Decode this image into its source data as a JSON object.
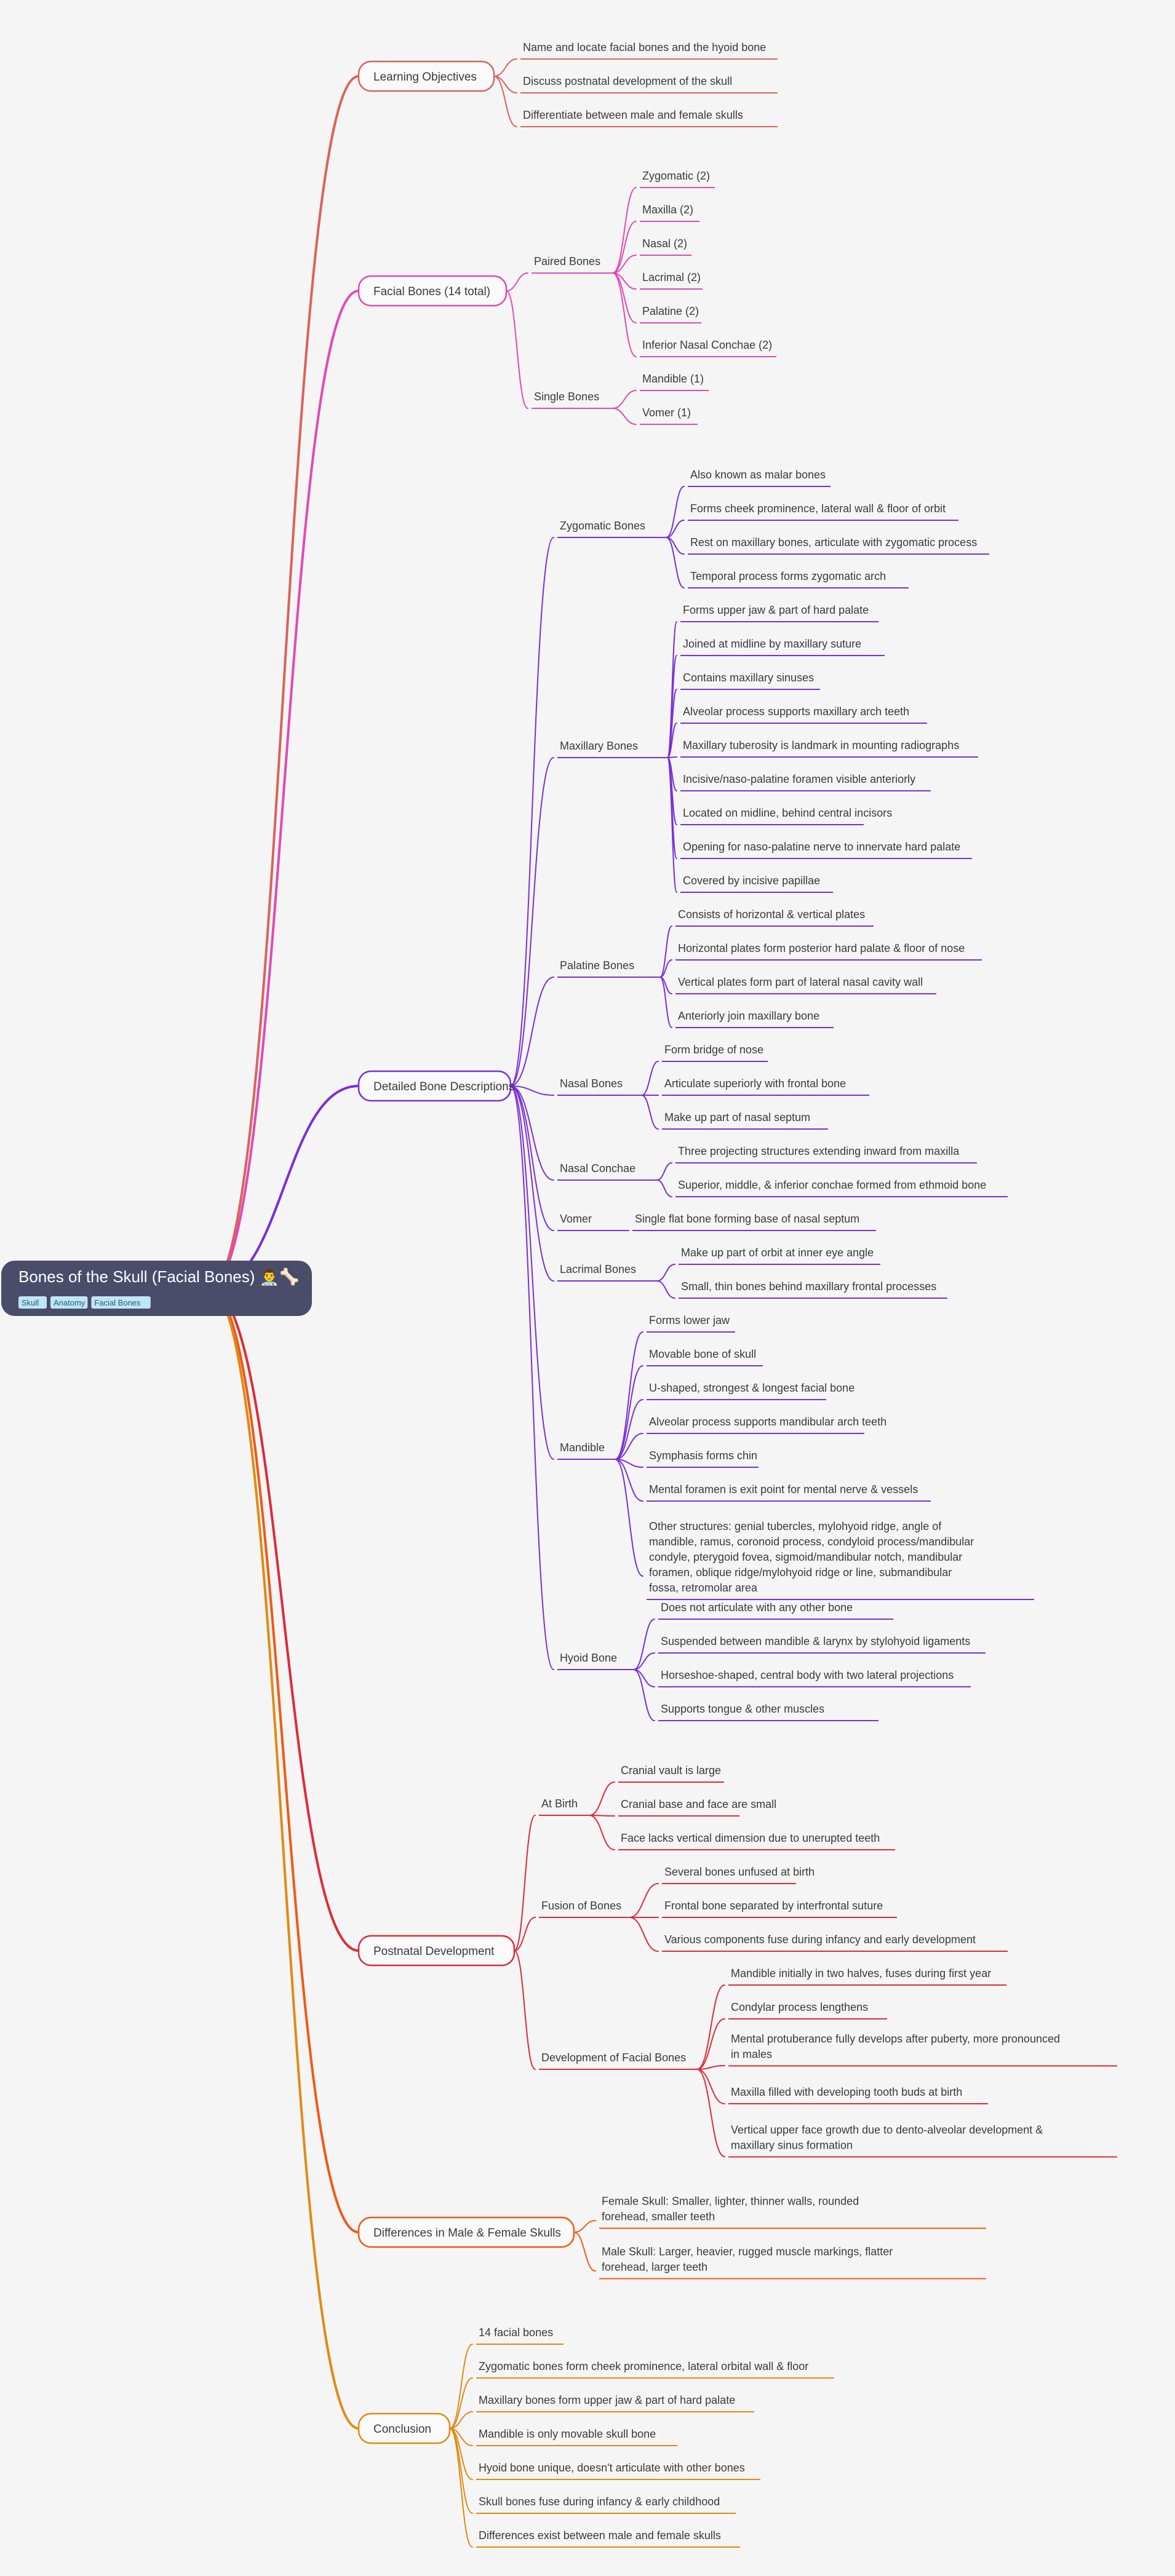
{
  "root": {
    "title": "Bones of the Skull (Facial Bones) 👨‍⚕️🦴",
    "tags": [
      "Skull",
      "Anatomy",
      "Facial Bones"
    ]
  },
  "branches": [
    {
      "label": "Learning Objectives",
      "color": "#d9635a",
      "children": [
        {
          "label": "Name and locate facial bones and the hyoid bone"
        },
        {
          "label": "Discuss postnatal development of the skull"
        },
        {
          "label": "Differentiate between male and female skulls"
        }
      ]
    },
    {
      "label": "Facial Bones (14 total)",
      "color": "#e04ab5",
      "children": [
        {
          "label": "Paired Bones",
          "children": [
            {
              "label": "Zygomatic (2)"
            },
            {
              "label": "Maxilla (2)"
            },
            {
              "label": "Nasal (2)"
            },
            {
              "label": "Lacrimal (2)"
            },
            {
              "label": "Palatine (2)"
            },
            {
              "label": "Inferior Nasal Conchae (2)"
            }
          ]
        },
        {
          "label": "Single Bones",
          "children": [
            {
              "label": "Mandible (1)"
            },
            {
              "label": "Vomer (1)"
            }
          ]
        }
      ]
    },
    {
      "label": "Detailed Bone Descriptions",
      "color": "#7a2fd6",
      "children": [
        {
          "label": "Zygomatic Bones",
          "children": [
            {
              "label": "Also known as malar bones"
            },
            {
              "label": "Forms cheek prominence, lateral wall & floor of orbit"
            },
            {
              "label": "Rest on maxillary bones, articulate with zygomatic process"
            },
            {
              "label": "Temporal process forms zygomatic arch"
            }
          ]
        },
        {
          "label": "Maxillary Bones",
          "children": [
            {
              "label": "Forms upper jaw & part of hard palate"
            },
            {
              "label": "Joined at midline by maxillary suture"
            },
            {
              "label": "Contains maxillary sinuses"
            },
            {
              "label": "Alveolar process supports maxillary arch teeth"
            },
            {
              "label": "Maxillary tuberosity is landmark in mounting radiographs"
            },
            {
              "label": "Incisive/naso-palatine foramen visible anteriorly"
            },
            {
              "label": "Located on midline, behind central incisors"
            },
            {
              "label": "Opening for naso-palatine nerve to innervate hard palate"
            },
            {
              "label": "Covered by incisive papillae"
            }
          ]
        },
        {
          "label": "Palatine Bones",
          "children": [
            {
              "label": "Consists of horizontal & vertical plates"
            },
            {
              "label": "Horizontal plates form posterior hard palate & floor of nose"
            },
            {
              "label": "Vertical plates form part of lateral nasal cavity wall"
            },
            {
              "label": "Anteriorly join maxillary bone"
            }
          ]
        },
        {
          "label": "Nasal Bones",
          "children": [
            {
              "label": "Form bridge of nose"
            },
            {
              "label": "Articulate superiorly with frontal bone"
            },
            {
              "label": "Make up part of nasal septum"
            }
          ]
        },
        {
          "label": "Nasal Conchae",
          "children": [
            {
              "label": "Three projecting structures extending inward from maxilla"
            },
            {
              "label": "Superior, middle, & inferior conchae formed from ethmoid bone"
            }
          ]
        },
        {
          "label": "Vomer",
          "children": [
            {
              "label": "Single flat bone forming base of nasal septum"
            }
          ]
        },
        {
          "label": "Lacrimal Bones",
          "children": [
            {
              "label": "Make up part of orbit at inner eye angle"
            },
            {
              "label": "Small, thin bones behind maxillary frontal processes"
            }
          ]
        },
        {
          "label": "Mandible",
          "children": [
            {
              "label": "Forms lower jaw"
            },
            {
              "label": "Movable bone of skull"
            },
            {
              "label": "U-shaped, strongest & longest facial bone"
            },
            {
              "label": "Alveolar process supports mandibular arch teeth"
            },
            {
              "label": "Symphasis forms chin"
            },
            {
              "label": "Mental foramen is exit point for mental nerve & vessels"
            },
            {
              "label": "Other structures: genial tubercles, mylohyoid ridge, angle of mandible, ramus, coronoid process, condyloid process/mandibular condyle, pterygoid fovea, sigmoid/mandibular notch, mandibular foramen, oblique ridge/mylohyoid ridge or line, submandibular fossa, retromolar area"
            }
          ]
        },
        {
          "label": "Hyoid Bone",
          "children": [
            {
              "label": "Does not articulate with any other bone"
            },
            {
              "label": "Suspended between mandible & larynx by stylohyoid ligaments"
            },
            {
              "label": "Horseshoe-shaped, central body with two lateral projections"
            },
            {
              "label": "Supports tongue & other muscles"
            }
          ]
        }
      ]
    },
    {
      "label": "Postnatal Development",
      "color": "#dd2a3a",
      "children": [
        {
          "label": "At Birth",
          "children": [
            {
              "label": "Cranial vault is large"
            },
            {
              "label": "Cranial base and face are small"
            },
            {
              "label": "Face lacks vertical dimension due to unerupted teeth"
            }
          ]
        },
        {
          "label": "Fusion of Bones",
          "children": [
            {
              "label": "Several bones unfused at birth"
            },
            {
              "label": "Frontal bone separated by interfrontal suture"
            },
            {
              "label": "Various components fuse during infancy and early development"
            }
          ]
        },
        {
          "label": "Development of Facial Bones",
          "children": [
            {
              "label": "Mandible initially in two halves, fuses during first year"
            },
            {
              "label": "Condylar process lengthens"
            },
            {
              "label": "Mental protuberance fully develops after puberty, more pronounced in males"
            },
            {
              "label": "Maxilla filled with developing tooth buds at birth"
            },
            {
              "label": "Vertical upper face growth due to dento-alveolar development & maxillary sinus formation"
            }
          ]
        }
      ]
    },
    {
      "label": "Differences in Male & Female Skulls",
      "color": "#ee5a16",
      "children": [
        {
          "label": "Female Skull: Smaller, lighter, thinner walls, rounded forehead, smaller teeth"
        },
        {
          "label": "Male Skull: Larger, heavier, rugged muscle markings, flatter forehead, larger teeth"
        }
      ]
    },
    {
      "label": "Conclusion",
      "color": "#e08a15",
      "children": [
        {
          "label": "14 facial bones"
        },
        {
          "label": "Zygomatic bones form cheek prominence, lateral orbital wall & floor"
        },
        {
          "label": "Maxillary bones form upper jaw & part of hard palate"
        },
        {
          "label": "Mandible is only movable skull bone"
        },
        {
          "label": "Hyoid bone unique, doesn't articulate with other bones"
        },
        {
          "label": "Skull bones fuse during infancy & early childhood"
        },
        {
          "label": "Differences exist between male and female skulls"
        }
      ]
    }
  ]
}
